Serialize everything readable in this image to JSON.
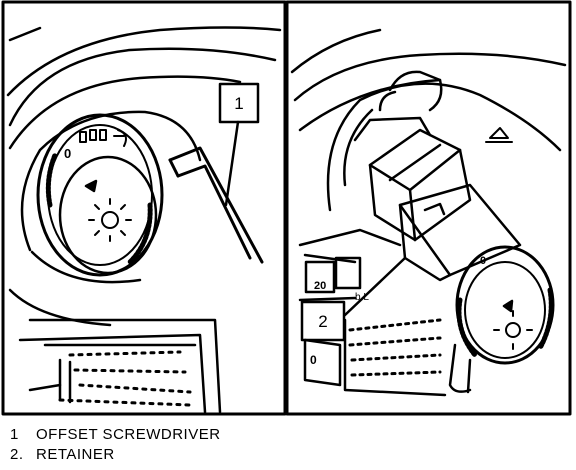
{
  "callouts": [
    {
      "number": "1",
      "text": "OFFSET SCREWDRIVER"
    },
    {
      "number": "2",
      "text": "RETAINER"
    }
  ],
  "legend": [
    {
      "number": "1",
      "text": "OFFSET SCREWDRIVER"
    },
    {
      "number": "2.",
      "text": "RETAINER"
    }
  ],
  "switch_markings": {
    "left_small": "0",
    "right_top": "0",
    "panel_left_a": "20",
    "panel_left_b": "0",
    "panel_label": "b.L"
  },
  "colors": {
    "ink": "#000000",
    "paper": "#ffffff"
  }
}
